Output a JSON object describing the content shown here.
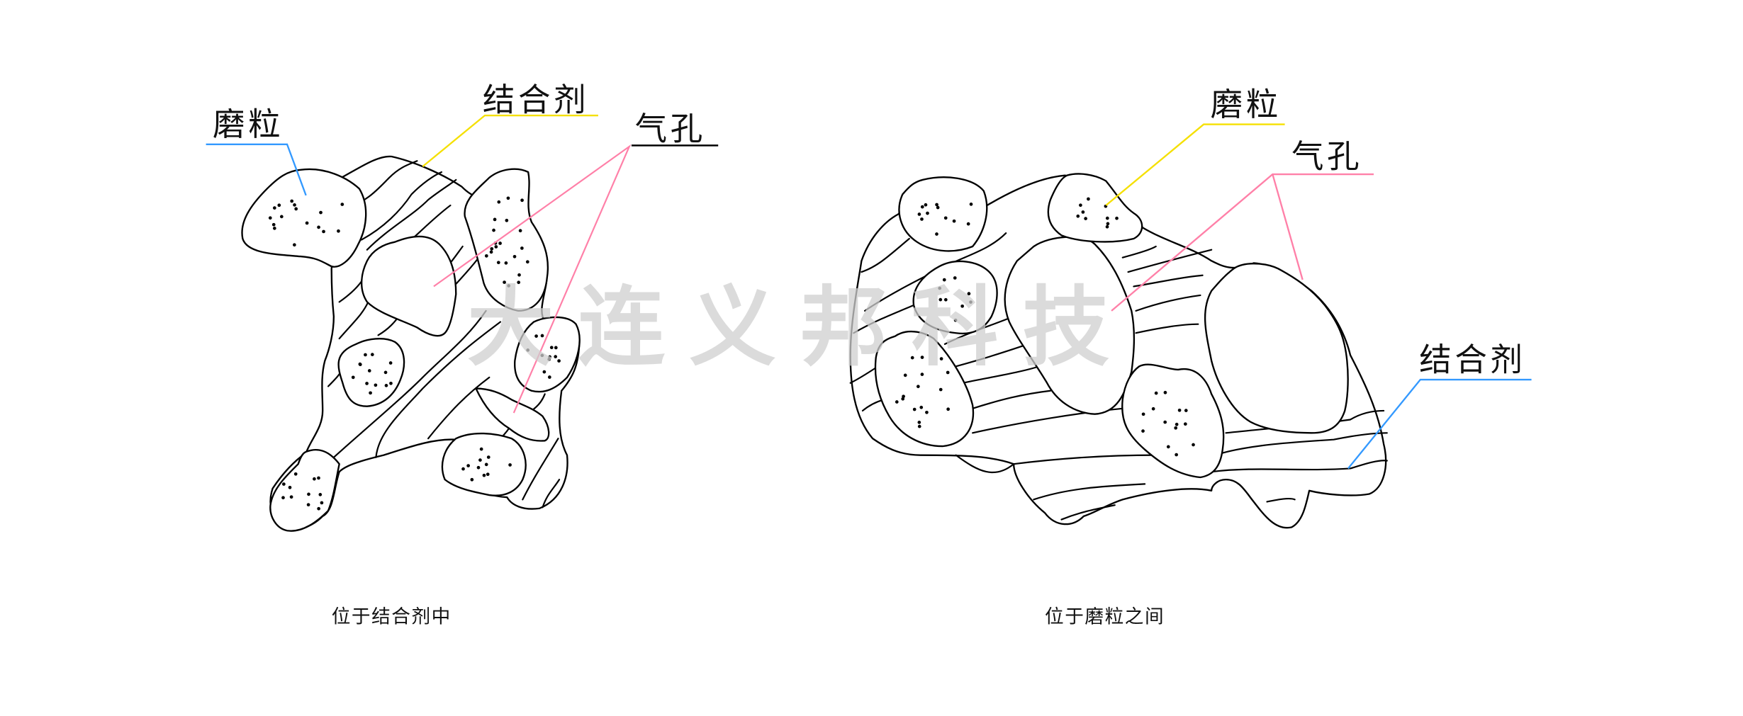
{
  "watermark": "大连义邦科技",
  "left_figure": {
    "caption": "位于结合剂中",
    "labels": {
      "grain": "磨粒",
      "binder": "结合剂",
      "pore": "气孔"
    }
  },
  "right_figure": {
    "caption": "位于磨粒之间",
    "labels": {
      "grain": "磨粒",
      "pore": "气孔",
      "binder": "结合剂"
    }
  },
  "colors": {
    "grain_leader": "#3399ff",
    "binder_leader": "#f5e000",
    "pore_leader": "#ff80a8",
    "watermark": "#dcdcdc"
  }
}
